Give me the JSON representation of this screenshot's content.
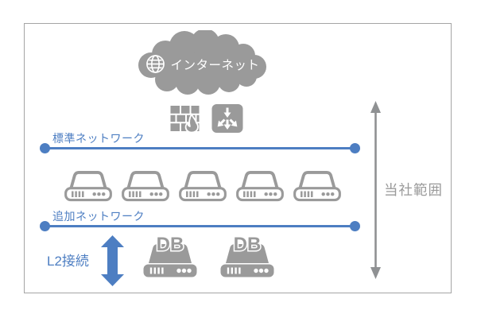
{
  "colors": {
    "blue": "#4d7ec2",
    "gray": "#9a9a9a",
    "arrow_gray": "#8f9193",
    "border": "#a5a5a5"
  },
  "cloud": {
    "label": "インターネット"
  },
  "icons": {
    "internet": "globe-icon",
    "firewall": "firewall-icon",
    "load_balancer": "load-balancer-icon",
    "server": "server-icon",
    "database_server": "db-server-icon",
    "l2_arrow": "double-arrow-vertical-icon",
    "scope_arrow": "double-arrow-vertical-icon"
  },
  "networks": {
    "standard": {
      "label": "標準ネットワーク"
    },
    "additional": {
      "label": "追加ネットワーク"
    }
  },
  "servers": {
    "count": 5
  },
  "db_servers": [
    {
      "label": "DB"
    },
    {
      "label": "DB"
    }
  ],
  "l2_connection": {
    "label": "L2接続"
  },
  "company_scope": {
    "label": "当社範囲"
  }
}
